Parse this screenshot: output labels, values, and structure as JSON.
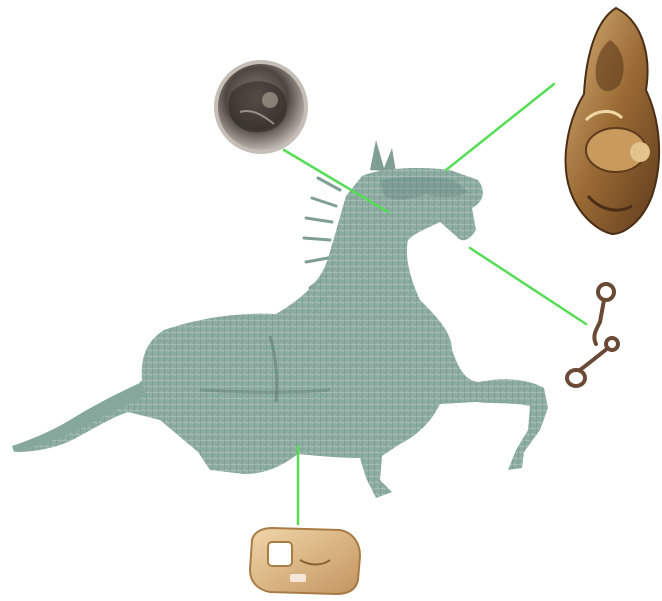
{
  "diagram": {
    "subject": "horse-rubbing",
    "artifacts": [
      {
        "name": "round-medallion",
        "points_to": "neck"
      },
      {
        "name": "ornate-head-ornament",
        "points_to": "face"
      },
      {
        "name": "bridle-bit-ring",
        "points_to": "mouth"
      },
      {
        "name": "belt-buckle-plaque",
        "points_to": "belly"
      }
    ],
    "colors": {
      "background": "#ffffff",
      "horse": "#7f9f94",
      "horse_dark": "#5f7f75",
      "connector": "#55dd55",
      "medallion": "#6b6157",
      "ornament": "#a8763c",
      "bit": "#6a4a35",
      "buckle": "#d9b585"
    }
  }
}
